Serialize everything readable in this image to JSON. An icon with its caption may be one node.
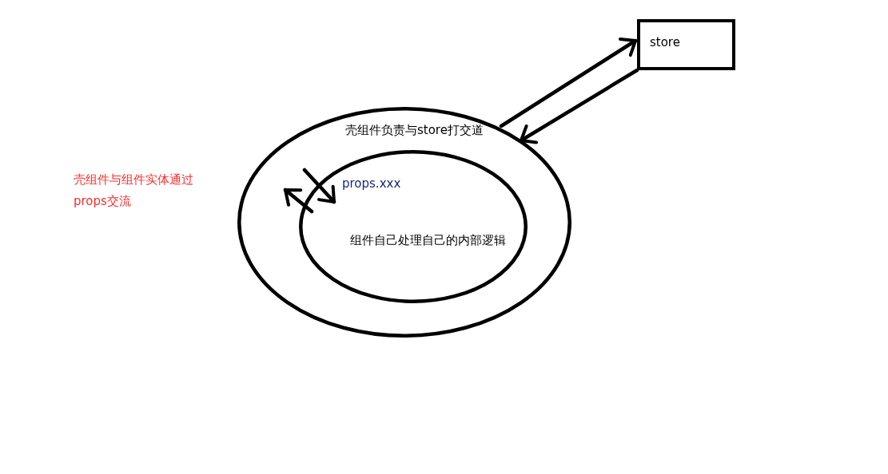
{
  "diagram": {
    "nodes": [
      {
        "text": [
          "壳组件负责与store打交道"
        ]
      },
      {
        "text": [
          "组件自己处理自己的内部逻辑"
        ],
        "in": 0
      },
      {
        "text": [
          "store"
        ]
      }
    ],
    "edges": [
      {
        "from": 0,
        "to": 2,
        "arrow": "to"
      },
      {
        "from": 2,
        "to": 0,
        "arrow": "to"
      },
      {
        "from": null,
        "to": 1,
        "arrow": "to",
        "label": "props.xxx"
      },
      {
        "from": 1,
        "to": null,
        "arrow": "to"
      }
    ],
    "labels": [
      "壳组件与组件实体通过props交流"
    ]
  }
}
